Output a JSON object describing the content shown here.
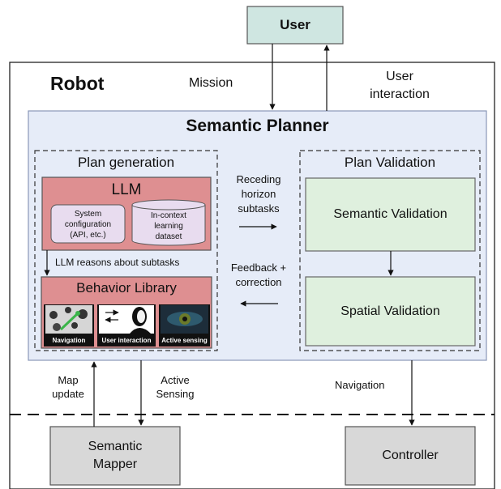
{
  "user": {
    "label": "User"
  },
  "robot": {
    "label": "Robot"
  },
  "labels": {
    "mission": "Mission",
    "user_interaction_1": "User",
    "user_interaction_2": "interaction",
    "receding_1": "Receding",
    "receding_2": "horizon",
    "receding_3": "subtasks",
    "feedback_1": "Feedback +",
    "feedback_2": "correction",
    "map_update_1": "Map",
    "map_update_2": "update",
    "active_sensing_1": "Active",
    "active_sensing_2": "Sensing",
    "navigation": "Navigation",
    "llm_reasons": "LLM reasons about subtasks"
  },
  "semantic_planner": {
    "title": "Semantic Planner"
  },
  "plan_generation": {
    "title": "Plan generation",
    "llm": {
      "title": "LLM",
      "system_config_1": "System",
      "system_config_2": "configuration",
      "system_config_3": "(API, etc.)",
      "icl_1": "In-context",
      "icl_2": "learning",
      "icl_3": "dataset"
    },
    "behavior_library": {
      "title": "Behavior Library",
      "items": [
        "Navigation",
        "User interaction",
        "Active sensing"
      ]
    }
  },
  "plan_validation": {
    "title": "Plan Validation",
    "semantic": "Semantic Validation",
    "spatial": "Spatial Validation"
  },
  "semantic_mapper": {
    "line1": "Semantic",
    "line2": "Mapper"
  },
  "controller": {
    "label": "Controller"
  },
  "colors": {
    "user_fill": "#cfe6e1",
    "planner_fill": "#e6ecf8",
    "llm_fill": "#de8f91",
    "validation_fill": "#dff0de",
    "gray_fill": "#d8d8d8",
    "db_fill": "#e8dcef"
  }
}
